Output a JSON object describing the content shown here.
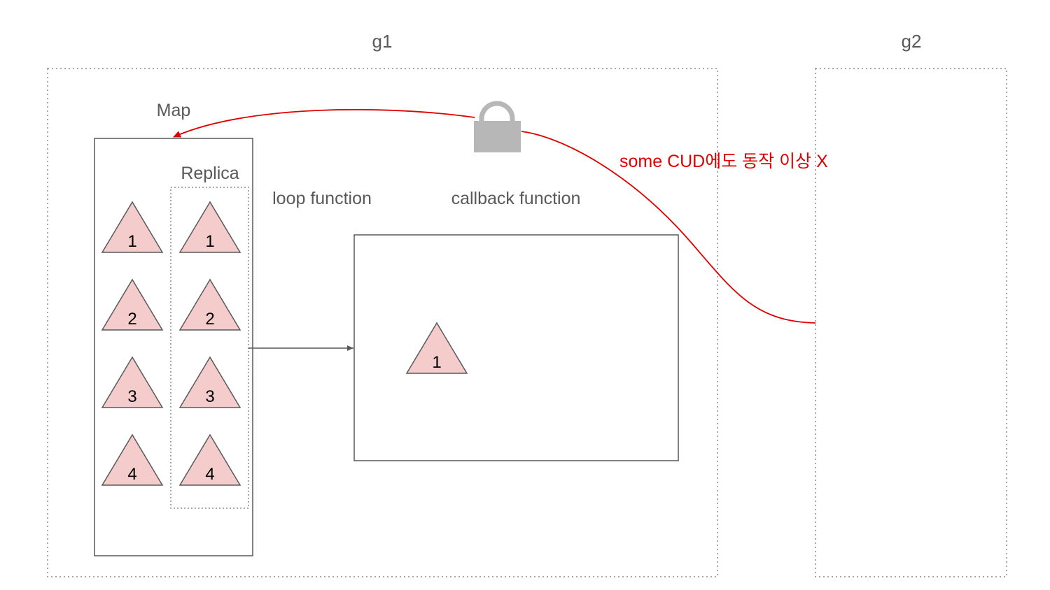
{
  "groups": {
    "g1_label": "g1",
    "g2_label": "g2"
  },
  "map": {
    "label": "Map",
    "items": [
      "1",
      "2",
      "3",
      "4"
    ]
  },
  "replica": {
    "label": "Replica",
    "items": [
      "1",
      "2",
      "3",
      "4"
    ]
  },
  "loop": {
    "label": "loop function"
  },
  "callback": {
    "label": "callback function",
    "items": [
      "1"
    ]
  },
  "annotation": {
    "text": "some CUD에도 동작 이상 X",
    "color": "#e00000"
  },
  "colors": {
    "triangle_fill": "#f4cccc",
    "triangle_stroke": "#595959",
    "box_stroke": "#595959",
    "dotted_stroke": "#8c8c8c",
    "lock": "#b7b7b7",
    "arrow_red": "#e00000"
  },
  "icons": {
    "lock": "lock-icon"
  }
}
